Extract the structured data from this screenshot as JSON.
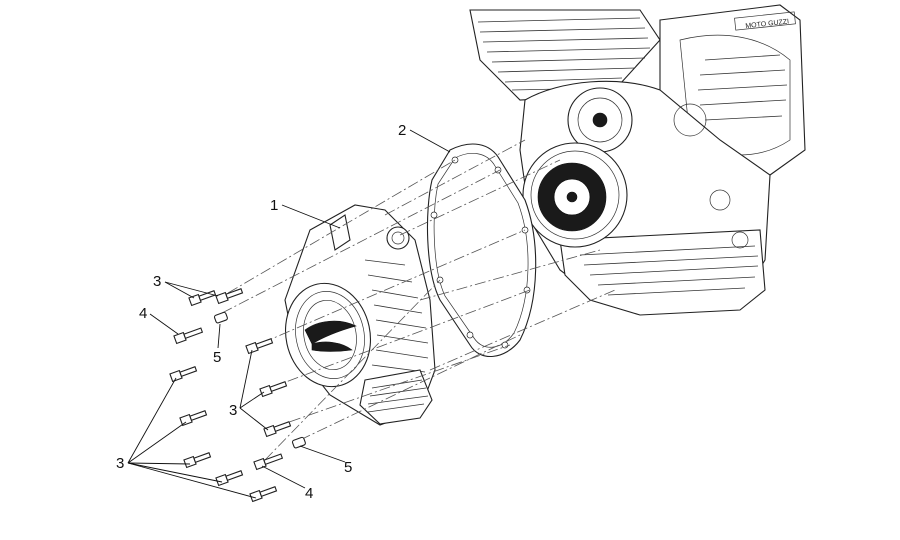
{
  "callouts": [
    {
      "id": "c1",
      "text": "1"
    },
    {
      "id": "c2",
      "text": "2"
    },
    {
      "id": "c3a",
      "text": "3"
    },
    {
      "id": "c4a",
      "text": "4"
    },
    {
      "id": "c5a",
      "text": "5"
    },
    {
      "id": "c3b",
      "text": "3"
    },
    {
      "id": "c3c",
      "text": "3"
    },
    {
      "id": "c5b",
      "text": "5"
    },
    {
      "id": "c4b",
      "text": "4"
    }
  ],
  "engine_brand_text": "MOTO GUZZI"
}
